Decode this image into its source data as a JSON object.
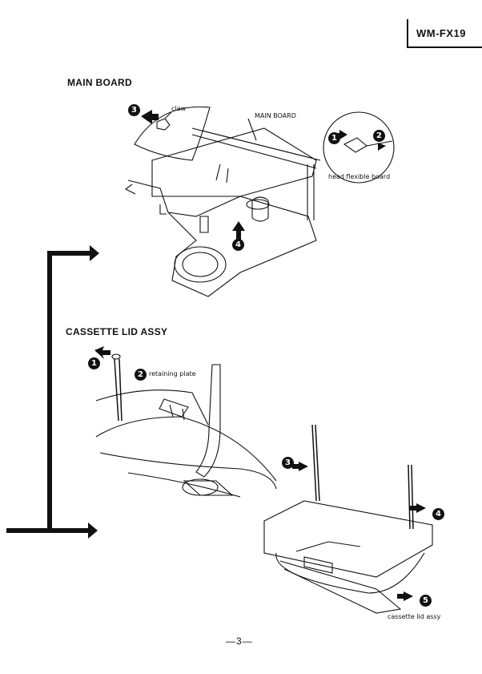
{
  "header": {
    "model": "WM-FX19"
  },
  "sections": {
    "main_board": {
      "title": "MAIN BOARD",
      "labels": {
        "claw": "claw",
        "main_board": "MAIN BOARD",
        "head_flexible_board": "head flexible board"
      },
      "steps": [
        "1",
        "2",
        "3",
        "4"
      ]
    },
    "cassette_lid": {
      "title": "CASSETTE LID ASSY",
      "labels": {
        "retaining_plate": "retaining plate",
        "cassette_lid_assy": "cassette lid assy"
      },
      "steps": [
        "1",
        "2",
        "3",
        "4",
        "5"
      ]
    }
  },
  "footer": {
    "page": "—3—"
  }
}
